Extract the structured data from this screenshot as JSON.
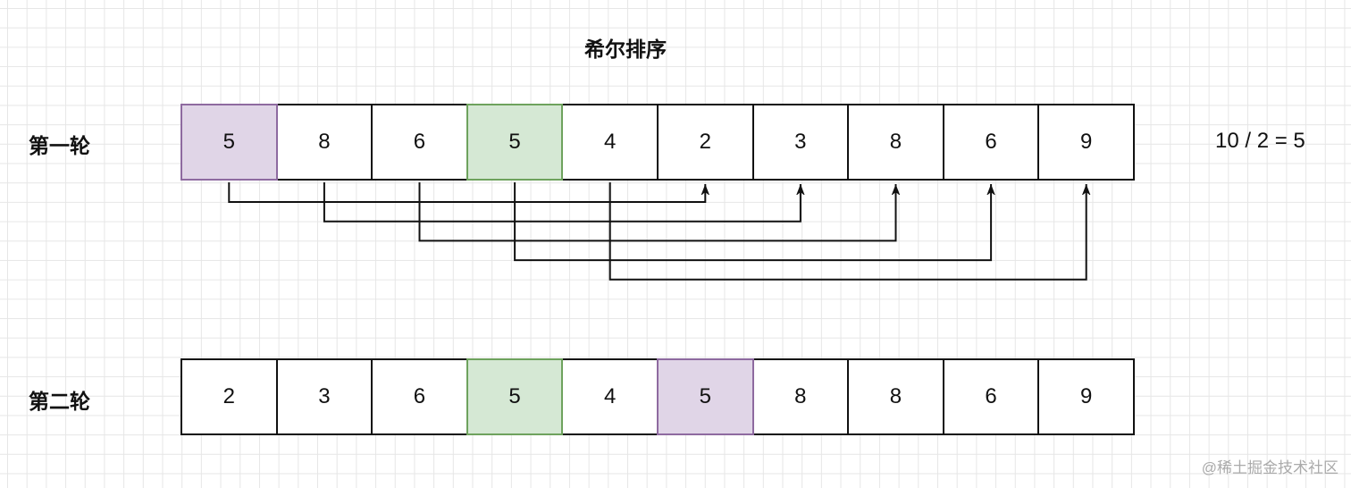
{
  "title": "希尔排序",
  "round1": {
    "label": "第一轮",
    "values": [
      "5",
      "8",
      "6",
      "5",
      "4",
      "2",
      "3",
      "8",
      "6",
      "9"
    ],
    "highlights": {
      "0": "purple",
      "3": "green"
    },
    "gap_note": "10 / 2 = 5",
    "connections": [
      [
        0,
        5
      ],
      [
        1,
        6
      ],
      [
        2,
        7
      ],
      [
        3,
        8
      ],
      [
        4,
        9
      ]
    ]
  },
  "round2": {
    "label": "第二轮",
    "values": [
      "2",
      "3",
      "6",
      "5",
      "4",
      "5",
      "8",
      "8",
      "6",
      "9"
    ],
    "highlights": {
      "3": "green",
      "5": "purple"
    }
  },
  "colors": {
    "purple_fill": "#e0d5e7",
    "purple_border": "#8e6aa0",
    "green_fill": "#d5e8d4",
    "green_border": "#6ea25d",
    "line": "#111111"
  },
  "watermark": "@稀土掘金技术社区"
}
